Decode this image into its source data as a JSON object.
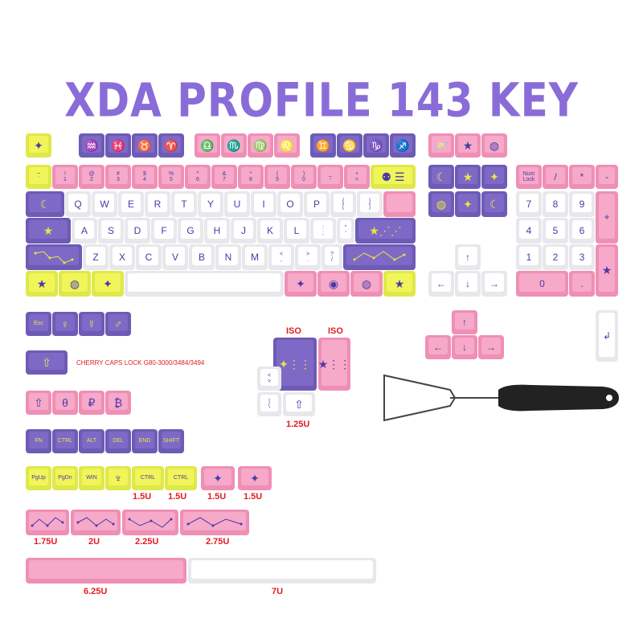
{
  "title": "XDA PROFILE 143 KEY",
  "colors": {
    "purple": "#7e6ac6",
    "pink": "#f6a9c9",
    "yellow": "#f1f559",
    "white": "#ffffff",
    "label_red": "#e31b23",
    "title": "#8a6cd8"
  },
  "labels": {
    "cherry_caps": "CHERRY CAPS LOCK G80-3000/3484/3494",
    "iso_left": "ISO",
    "iso_right": "ISO",
    "u125": "1.25U",
    "u15a": "1.5U",
    "u15b": "1.5U",
    "u15c": "1.5U",
    "u15d": "1.5U",
    "u175": "1.75U",
    "u2": "2U",
    "u225": "2.25U",
    "u275": "2.75U",
    "u625": "6.25U",
    "u7": "7U"
  },
  "keys": {
    "num_row": [
      {
        "t": "~\n`"
      },
      {
        "t": "!\n1"
      },
      {
        "t": "@\n2"
      },
      {
        "t": "#\n3"
      },
      {
        "t": "$\n4"
      },
      {
        "t": "%\n5"
      },
      {
        "t": "^\n6"
      },
      {
        "t": "&\n7"
      },
      {
        "t": "*\n8"
      },
      {
        "t": "(\n9"
      },
      {
        "t": ")\n0"
      },
      {
        "t": "_\n-"
      },
      {
        "t": "+\n="
      }
    ],
    "qwerty": [
      "Q",
      "W",
      "E",
      "R",
      "T",
      "Y",
      "U",
      "I",
      "O",
      "P",
      "{\n[",
      "}\n]"
    ],
    "asdf": [
      "A",
      "S",
      "D",
      "F",
      "G",
      "H",
      "J",
      "K",
      "L",
      ":\n;",
      "\"\n'"
    ],
    "zxcv": [
      "Z",
      "X",
      "C",
      "V",
      "B",
      "N",
      "M",
      "<\n,",
      ">\n.",
      "?\n/"
    ],
    "numpad": {
      "numlock": "Num\nLock",
      "slash": "/",
      "star": "*",
      "minus": "-",
      "n7": "7",
      "n8": "8",
      "n9": "9",
      "plus": "+",
      "n4": "4",
      "n5": "5",
      "n6": "6",
      "n1": "1",
      "n2": "2",
      "n3": "3",
      "n0": "0",
      "dot": "."
    },
    "arrows": {
      "up": "↑",
      "left": "←",
      "down": "↓",
      "right": "→"
    },
    "mods1": {
      "esc": "Esc"
    },
    "mods2": [
      "FN",
      "CTRL",
      "ALT",
      "DEL",
      "END",
      "SHIFT"
    ],
    "mods3": [
      "PgUp",
      "PgDn",
      "WIN",
      "",
      "CTRL",
      "CTRL"
    ],
    "iso_lt": "<\n>",
    "iso_bs": "|\n\\",
    "enter_sym": "↲"
  },
  "icons": [
    "star-icon",
    "moon-icon",
    "planet-icon",
    "sparkle-icon",
    "eye-icon",
    "constellation-icon",
    "zodiac-icon",
    "shooting-star-icon"
  ]
}
